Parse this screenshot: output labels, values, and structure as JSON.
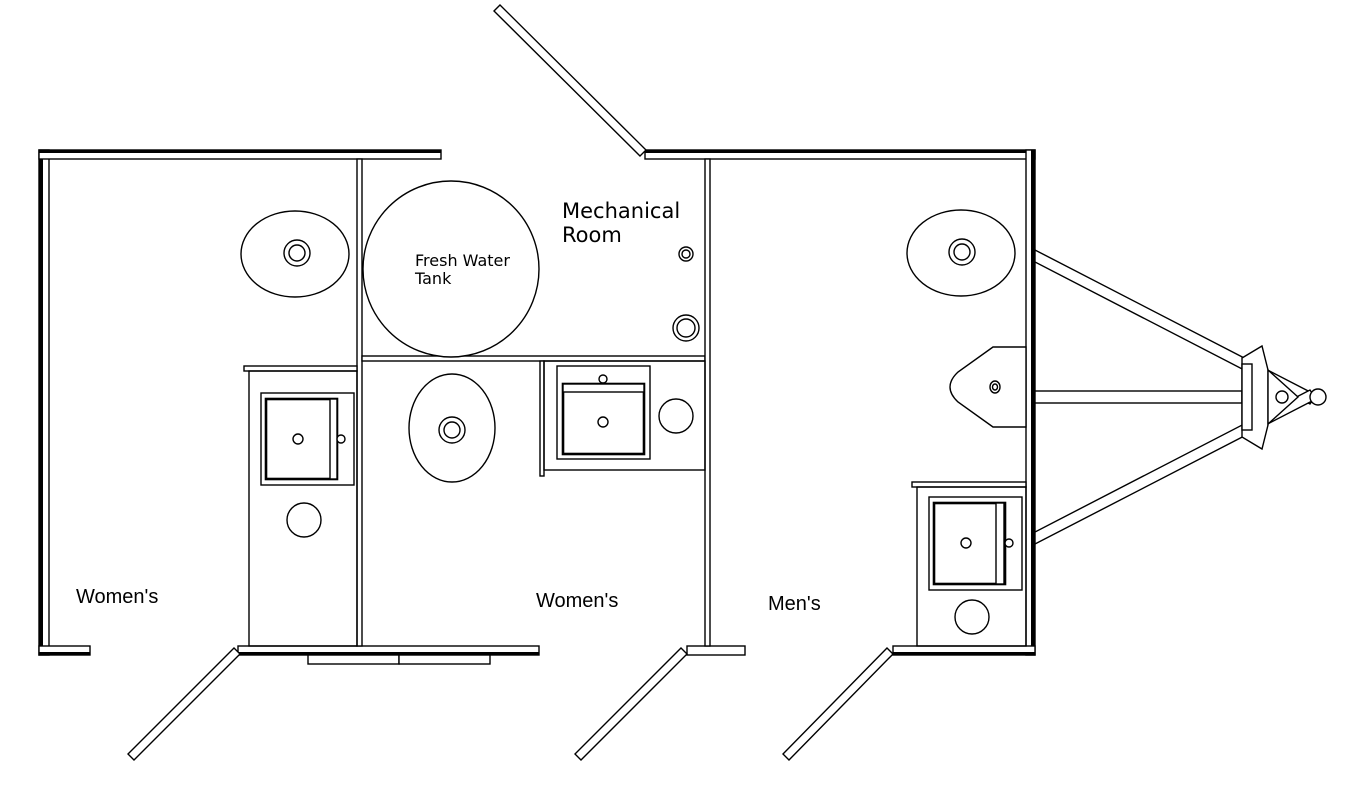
{
  "title": "Restroom Trailer Floor Plan",
  "colors": {
    "line": "#000000",
    "background": "#ffffff"
  },
  "rooms": [
    {
      "id": "womens-left",
      "label": "Women's",
      "fixtures": [
        "toilet",
        "sink-cabinet",
        "wastebasket",
        "entry-door",
        "entry-step"
      ]
    },
    {
      "id": "womens-center",
      "label": "Women's",
      "fixtures": [
        "toilet",
        "sink-cabinet",
        "wastebasket",
        "entry-door"
      ]
    },
    {
      "id": "mechanical",
      "label_line1": "Mechanical",
      "label_line2": "Room",
      "fixtures": [
        "fresh-water-tank",
        "water-heater",
        "pump",
        "service-door"
      ]
    },
    {
      "id": "mens",
      "label": "Men's",
      "fixtures": [
        "toilet",
        "urinal",
        "sink-cabinet",
        "wastebasket",
        "entry-door"
      ]
    }
  ],
  "tank": {
    "label_line1": "Fresh Water",
    "label_line2": "Tank"
  },
  "hitch": {
    "label": "tongue-hitch"
  }
}
